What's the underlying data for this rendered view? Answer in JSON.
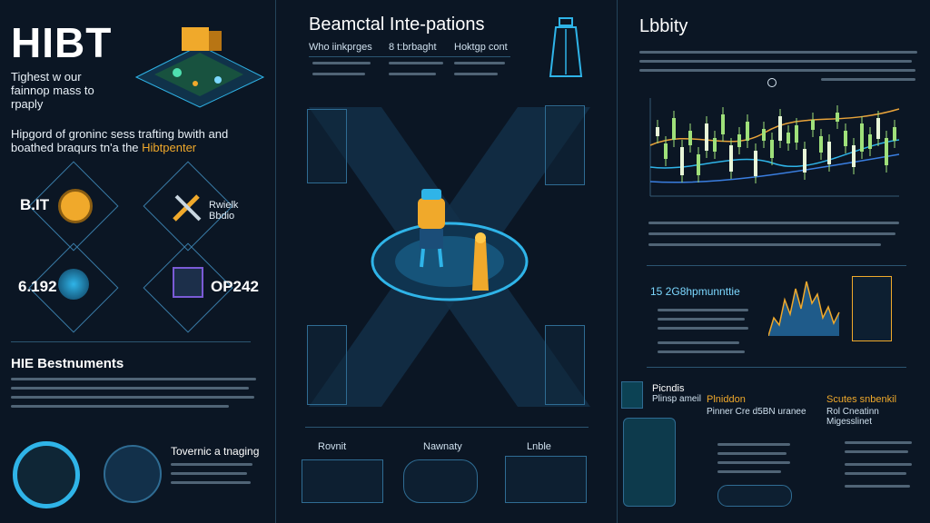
{
  "left": {
    "title": "HIBT",
    "tagline": "Tighest w our fainnop mass to rpaply",
    "headline_part1": "Hipgord of groninc sess trafting bwith and boathed braqurs tn'a the ",
    "headline_accent": "Hibtpenter",
    "node_ne_label": "Rwielk Bbdio",
    "node_w_label": "B.IT",
    "node_sw_value": "6.192",
    "node_se_value": "OP242",
    "section_title": "HIE Bestnuments",
    "bottom_item_title": "Tovernic a tnaging"
  },
  "center": {
    "title": "Beamctal Inte-pations",
    "col1": "Who iinkprges",
    "col2": "8 t:brbaght",
    "col3": "Hoktgp cont",
    "bottom1": "Rovnit",
    "bottom2": "Nawnaty",
    "bottom3": "Lnble"
  },
  "right": {
    "title": "Lbbity",
    "mid_title": "15 2G8hpmunnttie",
    "card1_title": "Picndis",
    "card1_sub": "Plinsp ameil",
    "card2_title": "Plniddon",
    "card2_sub": "Pinner Cre d5BN uranee",
    "card3_title": "Scutes snbenkil",
    "card3_sub": "Rol Cneatinn Migesslinet"
  },
  "colors": {
    "accent_orange": "#f0a92b",
    "accent_cyan": "#2fb4e8",
    "candle_green": "#9fe07a",
    "background": "#0b1624"
  },
  "icons": [
    "lightbulb-icon",
    "tools-icon",
    "globe-icon",
    "chip-icon",
    "tower-icon",
    "robot-icon",
    "trophy-icon",
    "pin-icon",
    "battery-icon"
  ]
}
